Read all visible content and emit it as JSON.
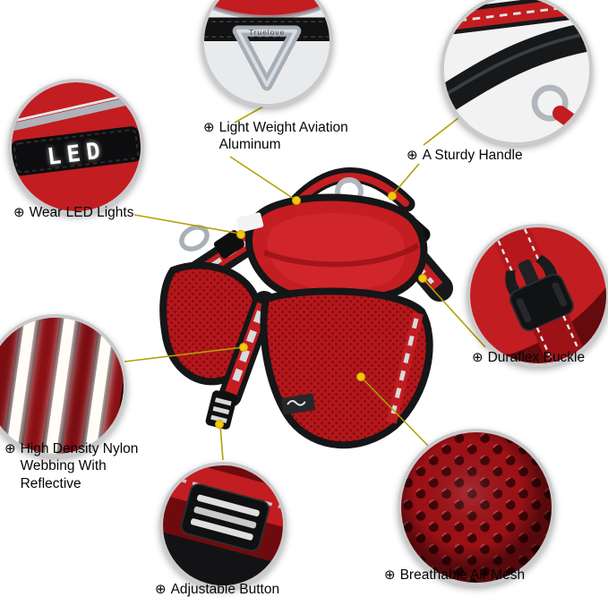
{
  "brand_text": "Truelove",
  "led_text": "LED",
  "icons": {
    "plus": "⊕"
  },
  "callouts": [
    {
      "id": "aluminum",
      "label": "Light Weight Aviation Aluminum"
    },
    {
      "id": "handle",
      "label": "A Sturdy Handle"
    },
    {
      "id": "led",
      "label": "Wear LED Lights"
    },
    {
      "id": "buckle",
      "label": "Duraflex Buckle"
    },
    {
      "id": "webbing",
      "label": "High Density Nylon Webbing With Reflective"
    },
    {
      "id": "adjustable",
      "label": "Adjustable Button"
    },
    {
      "id": "mesh",
      "label": "Breathable Air Mesh"
    }
  ],
  "colors": {
    "background": "#ffffff",
    "harness_red": "#c41e22",
    "strap_black": "#17181a",
    "metal_silver": "#b2b7bd",
    "connector_line": "#b3a005",
    "anchor_dot": "#f5c60a"
  }
}
